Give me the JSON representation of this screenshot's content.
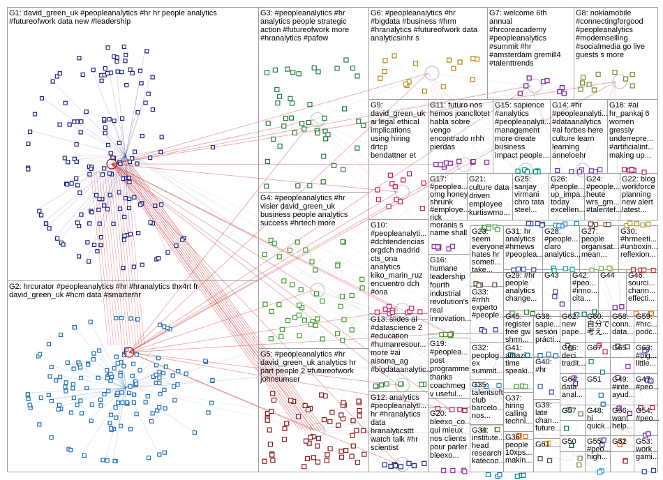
{
  "graph": {
    "edge_color_main": "#c00000",
    "edge_color_light": "#b0b0b0",
    "border_color": "#9e9e9e",
    "groups": [
      {
        "id": "G1",
        "lines": [
          "G1: david_green_uk #peopleanalytics #hr hr people analytics",
          "#futureofwork data new #leadership"
        ],
        "color": "#1a237e",
        "nodes": 150
      },
      {
        "id": "G2",
        "lines": [
          "G2: hrcurator #peopleanalytics #hr #hranalytics thx4rt fr",
          "david_green_uk #hcm data #smarterhr"
        ],
        "color": "#1f6fb5",
        "nodes": 150
      },
      {
        "id": "G3",
        "lines": [
          "G3: #peopleanalytics #hr",
          "analytics people strategic",
          "action #futureofwork more",
          "#hranalytics #pafow"
        ],
        "color": "#1e7a3c",
        "nodes": 45
      },
      {
        "id": "G4",
        "lines": [
          "G4: #peopleanalytics #hr",
          "visier david_green_uk",
          "business people analytics",
          "success #hrtech more"
        ],
        "color": "#3a9a2a",
        "nodes": 45
      },
      {
        "id": "G5",
        "lines": [
          "G5: #peopleanalytics #hr",
          "david_green_uk analytics hr",
          "part people 2 #futureofwork",
          "johnsumser"
        ],
        "color": "#8b1a1a",
        "nodes": 60
      },
      {
        "id": "G6",
        "lines": [
          "G6: #peopleanalytics #hr",
          "#bigdata #business #hrm",
          "#hranalytics #futureofwork data",
          "analyticsinhr s"
        ],
        "color": "#b8860b",
        "nodes": 16
      },
      {
        "id": "G7",
        "lines": [
          "G7: welcome 6th",
          "annual",
          "#hrcoreacademy",
          "#peopleanalytics",
          "#summit #hr",
          "#amsterdam gremill4",
          "#talenttrends"
        ],
        "color": "#6a1b9a",
        "nodes": 8
      },
      {
        "id": "G8",
        "lines": [
          "G8: nokiamobile",
          "#connectingforgood",
          "#peopleanalytics",
          "#modernselling",
          "#socialmedia go live",
          "guests s more"
        ],
        "color": "#6b8e23",
        "nodes": 10
      },
      {
        "id": "G9",
        "lines": [
          "G9:",
          "david_green_uk",
          "ai legal ethical",
          "implications",
          "using hiring",
          "drtcp",
          "bendattner et"
        ],
        "color": "#c2185b",
        "nodes": 12
      },
      {
        "id": "G11",
        "lines": [
          "G11: futuro nos",
          "hemos joancllotet",
          "habla sobre",
          "vengo",
          "encontrado rrhh",
          "pierdas"
        ],
        "color": "#7b1fa2",
        "nodes": 10
      },
      {
        "id": "G15",
        "lines": [
          "G15: sapience",
          "#analytics",
          "#peopleanalyti...",
          "management",
          "more create",
          "business",
          "impact people..."
        ],
        "color": "#00897b",
        "nodes": 8
      },
      {
        "id": "G14",
        "lines": [
          "G14: #hr",
          "#peopleanalyti...",
          "#dataanalytics",
          "#ai forbes here",
          "culture learn",
          "learning",
          "anneloehr"
        ],
        "color": "#5e35b1",
        "nodes": 7
      },
      {
        "id": "G18",
        "lines": [
          "G18: #ai",
          "hr_pankaj 6",
          "women",
          "gressly",
          "underrepre...",
          "#artificialint...",
          "making up..."
        ],
        "color": "#ad1457",
        "nodes": 6
      },
      {
        "id": "G17",
        "lines": [
          "G17:",
          "#peoplea...",
          "omg honey",
          "shrunk",
          "#employe...",
          "rick",
          "moranis s",
          "name shall"
        ],
        "color": "#8e24aa",
        "nodes": 6
      },
      {
        "id": "G21",
        "lines": [
          "G21:",
          "culture data",
          "driven",
          "employee",
          "kurtiswmo..."
        ],
        "color": "#43a047",
        "nodes": 6
      },
      {
        "id": "G25",
        "lines": [
          "G25:",
          "sanjay",
          "virmani",
          "chro tata",
          "steel..."
        ],
        "color": "#3949ab",
        "nodes": 5
      },
      {
        "id": "G26",
        "lines": [
          "G26:",
          "#people...",
          "up_impa...",
          "today",
          "excellen..."
        ],
        "color": "#1e88e5",
        "nodes": 5
      },
      {
        "id": "G24",
        "lines": [
          "G24:",
          "#people...",
          "heute",
          "wrs_gm...",
          "#talentef..."
        ],
        "color": "#6d4c41",
        "nodes": 5
      },
      {
        "id": "G22",
        "lines": [
          "G22: blog",
          "workforce",
          "planning",
          "new alert",
          "latest..."
        ],
        "color": "#9e9d24",
        "nodes": 5
      },
      {
        "id": "G10",
        "lines": [
          "G10:",
          "#peopleanalyti...",
          "#dchtendencias",
          "orgdch madrid",
          "cts_ona",
          "analytics",
          "kiko_marin_ruz",
          "encuentro dch",
          "#ona"
        ],
        "color": "#d81b60",
        "nodes": 10
      },
      {
        "id": "G23",
        "lines": [
          "G23:",
          "seem",
          "everyone",
          "hates hr",
          "someti...",
          "take..."
        ],
        "color": "#5d4037",
        "nodes": 4
      },
      {
        "id": "G31",
        "lines": [
          "G31: hr",
          "analytics",
          "#hrnews",
          "#peoplea..."
        ],
        "color": "#3f51b5",
        "nodes": 4
      },
      {
        "id": "G28",
        "lines": [
          "G28:",
          "#people...",
          "claro",
          "analytics..."
        ],
        "color": "#0097a7",
        "nodes": 4
      },
      {
        "id": "G27",
        "lines": [
          "G27:",
          "people",
          "organisat...",
          "mean..."
        ],
        "color": "#7cb342",
        "nodes": 4
      },
      {
        "id": "G30",
        "lines": [
          "G30:",
          "#hrmeeti...",
          "#unboxin...",
          "reflexion..."
        ],
        "color": "#c62828",
        "nodes": 4
      },
      {
        "id": "G16",
        "lines": [
          "G16:",
          "humane",
          "leadership",
          "fourth",
          "industrial",
          "revolution's",
          "real",
          "innovation..."
        ],
        "color": "#558b2f",
        "nodes": 6
      },
      {
        "id": "G33",
        "lines": [
          "G33:",
          "#rrhh",
          "experto",
          "#people..."
        ],
        "color": "#283593",
        "nodes": 3
      },
      {
        "id": "G29",
        "lines": [
          "G29: #hr",
          "people",
          "analytics",
          "change..."
        ],
        "color": "#2e7d32",
        "nodes": 3
      },
      {
        "id": "G43",
        "lines": [
          "G43"
        ],
        "color": "#4527a0",
        "nodes": 3
      },
      {
        "id": "G42",
        "lines": [
          "G42:",
          "#peo...",
          "#inno...",
          "cita..."
        ],
        "color": "#00695c",
        "nodes": 3
      },
      {
        "id": "G44",
        "lines": [
          "G44"
        ],
        "color": "#6a1b9a",
        "nodes": 2
      },
      {
        "id": "G46",
        "lines": [
          "G46:",
          "sourci...",
          "chann...",
          "effecti..."
        ],
        "color": "#ef6c00",
        "nodes": 3
      },
      {
        "id": "G13",
        "lines": [
          "G13: slides ai",
          "#datascience 2",
          "#education",
          "#humanresour...",
          "more #ai",
          "aisoma_ag",
          "#bigdataanalytic..."
        ],
        "color": "#2e7d32",
        "nodes": 8
      },
      {
        "id": "G45",
        "lines": [
          "G45:",
          "register",
          "free gw",
          "shrm..."
        ],
        "color": "#00838f",
        "nodes": 3
      },
      {
        "id": "G38",
        "lines": [
          "G38:",
          "sapie...",
          "sesión",
          "prácti..."
        ],
        "color": "#1565c0",
        "nodes": 3
      },
      {
        "id": "G62",
        "lines": [
          "G62:",
          "new",
          "pape..."
        ],
        "color": "#6d4c41",
        "nodes": 2
      },
      {
        "id": "G60",
        "lines": [
          "G60:",
          "自分で",
          "考え..."
        ],
        "color": "#c2185b",
        "nodes": 2
      },
      {
        "id": "G58",
        "lines": [
          "G58:",
          "conn...",
          "data..."
        ],
        "color": "#37474f",
        "nodes": 2
      },
      {
        "id": "G59",
        "lines": [
          "G59:",
          "#hrc...",
          "podc..."
        ],
        "color": "#5e35b1",
        "nodes": 2
      },
      {
        "id": "G19",
        "lines": [
          "G19:",
          "#peoplea...",
          "post",
          "programme",
          "thanks",
          "coachmeg",
          "v useful..."
        ],
        "color": "#ad1457",
        "nodes": 4
      },
      {
        "id": "G32",
        "lines": [
          "G32:",
          "peoplog...",
          "ex",
          "summit..."
        ],
        "color": "#1e88e5",
        "nodes": 3
      },
      {
        "id": "G41",
        "lines": [
          "G41:",
          "amazi...",
          "time",
          "speaki..."
        ],
        "color": "#43a047",
        "nodes": 3
      },
      {
        "id": "G40",
        "lines": [
          "G40:",
          "#hr"
        ],
        "color": "#3949ab",
        "nodes": 2
      },
      {
        "id": "G66",
        "lines": [
          "G66:",
          "deci...",
          "tradit..."
        ],
        "color": "#7b1fa2",
        "nodes": 2
      },
      {
        "id": "G67",
        "lines": [
          "G67"
        ],
        "color": "#00897b",
        "nodes": 2
      },
      {
        "id": "G65",
        "lines": [
          "G65"
        ],
        "color": "#8e24aa",
        "nodes": 2
      },
      {
        "id": "G63",
        "lines": [
          "G63:",
          "#big...",
          "little..."
        ],
        "color": "#303f9f",
        "nodes": 2
      },
      {
        "id": "G35",
        "lines": [
          "G35:",
          "talentsoft",
          "club",
          "barcelo...",
          "nos..."
        ],
        "color": "#558b2f",
        "nodes": 3
      },
      {
        "id": "G37",
        "lines": [
          "G37:",
          "hiring",
          "calling",
          "techni..."
        ],
        "color": "#ef6c00",
        "nodes": 3
      },
      {
        "id": "G64",
        "lines": [
          "G64:",
          "data",
          "anal..."
        ],
        "color": "#2e7d32",
        "nodes": 2
      },
      {
        "id": "G51",
        "lines": [
          "G51"
        ],
        "color": "#1565c0",
        "nodes": 2
      },
      {
        "id": "G49",
        "lines": [
          "G49:",
          "#inte...",
          "ayud..."
        ],
        "color": "#6a1b9a",
        "nodes": 2
      },
      {
        "id": "G47",
        "lines": [
          "G47:",
          "#peo..."
        ],
        "color": "#ad1457",
        "nodes": 2
      },
      {
        "id": "G12",
        "lines": [
          "G12: analytics",
          "#peopleanalyti...",
          "hr #hranalytics",
          "data",
          "hranalyticsttt",
          "watch talk #hr",
          "scientist"
        ],
        "color": "#1a237e",
        "nodes": 8
      },
      {
        "id": "G20",
        "lines": [
          "G20:",
          "bleexo_co...",
          "qui mieux",
          "nos clients",
          "pour parler",
          "bleexo..."
        ],
        "color": "#9c27b0",
        "nodes": 4
      },
      {
        "id": "G34",
        "lines": [
          "G34:",
          "institute...",
          "head",
          "research",
          "katecoo..."
        ],
        "color": "#0277bd",
        "nodes": 3
      },
      {
        "id": "G39",
        "lines": [
          "G39:",
          "late",
          "chan...",
          "future..."
        ],
        "color": "#f9a825",
        "nodes": 2
      },
      {
        "id": "G57",
        "lines": [
          "G57"
        ],
        "color": "#00695c",
        "nodes": 2
      },
      {
        "id": "G48",
        "lines": [
          "G48:",
          "hi",
          "quick..."
        ],
        "color": "#4527a0",
        "nodes": 2
      },
      {
        "id": "G56",
        "lines": [
          "G56:",
          "want",
          "help..."
        ],
        "color": "#e65100",
        "nodes": 2
      },
      {
        "id": "G54",
        "lines": [
          "G54:",
          "#peo..."
        ],
        "color": "#6a1b9a",
        "nodes": 2
      },
      {
        "id": "G36",
        "lines": [
          "G36:",
          "people",
          "10xps...",
          "makin..."
        ],
        "color": "#00838f",
        "nodes": 3
      },
      {
        "id": "G61",
        "lines": [
          "G61"
        ],
        "color": "#37474f",
        "nodes": 2
      },
      {
        "id": "G50",
        "lines": [
          "G50"
        ],
        "color": "#558b2f",
        "nodes": 2
      },
      {
        "id": "G55",
        "lines": [
          "G55:",
          "#peo...",
          "high..."
        ],
        "color": "#1e88e5",
        "nodes": 2
      },
      {
        "id": "G52",
        "lines": [
          "G52"
        ],
        "color": "#c62828",
        "nodes": 2
      },
      {
        "id": "G53",
        "lines": [
          "G53:",
          "work",
          "gami..."
        ],
        "color": "#283593",
        "nodes": 2
      }
    ]
  }
}
